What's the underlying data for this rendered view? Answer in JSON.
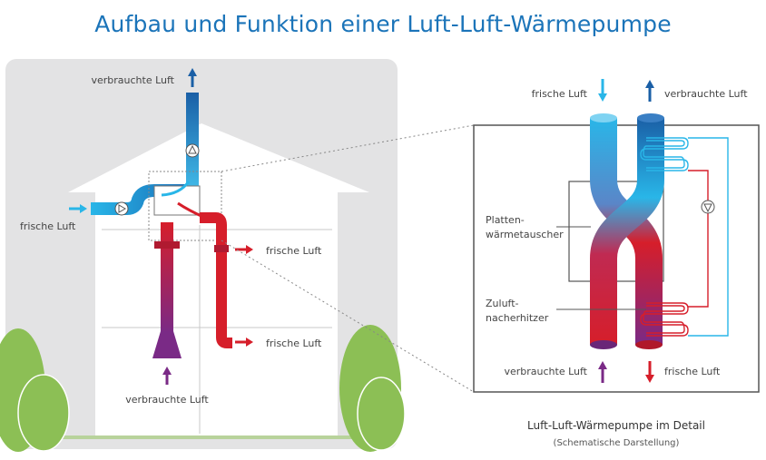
{
  "title": "Aufbau und Funktion einer Luft-Luft-Wärmepumpe",
  "house": {
    "label_exhaust_top": "verbrauchte Luft",
    "label_fresh_in": "frische Luft",
    "label_fresh_out_1": "frische Luft",
    "label_fresh_out_2": "frische Luft",
    "label_used_in": "verbrauchte Luft"
  },
  "detail": {
    "label_fresh_top": "frische Luft",
    "label_used_top": "verbrauchte Luft",
    "label_plate_1": "Platten-",
    "label_plate_2": "wärmetauscher",
    "label_heater_1": "Zuluft-",
    "label_heater_2": "nacherhitzer",
    "label_used_bottom": "verbrauchte Luft",
    "label_fresh_bottom": "frische Luft",
    "caption": "Luft-Luft-Wärmepumpe im Detail",
    "subcaption": "(Schematische Darstellung)"
  },
  "colors": {
    "title": "#1b74b9",
    "cold": "#29b6e8",
    "dark_blue": "#1a5fa6",
    "hot": "#d61e2a",
    "violet": "#7a2a86",
    "house_gray": "#e3e3e4",
    "tree_green": "#8cbf55"
  }
}
